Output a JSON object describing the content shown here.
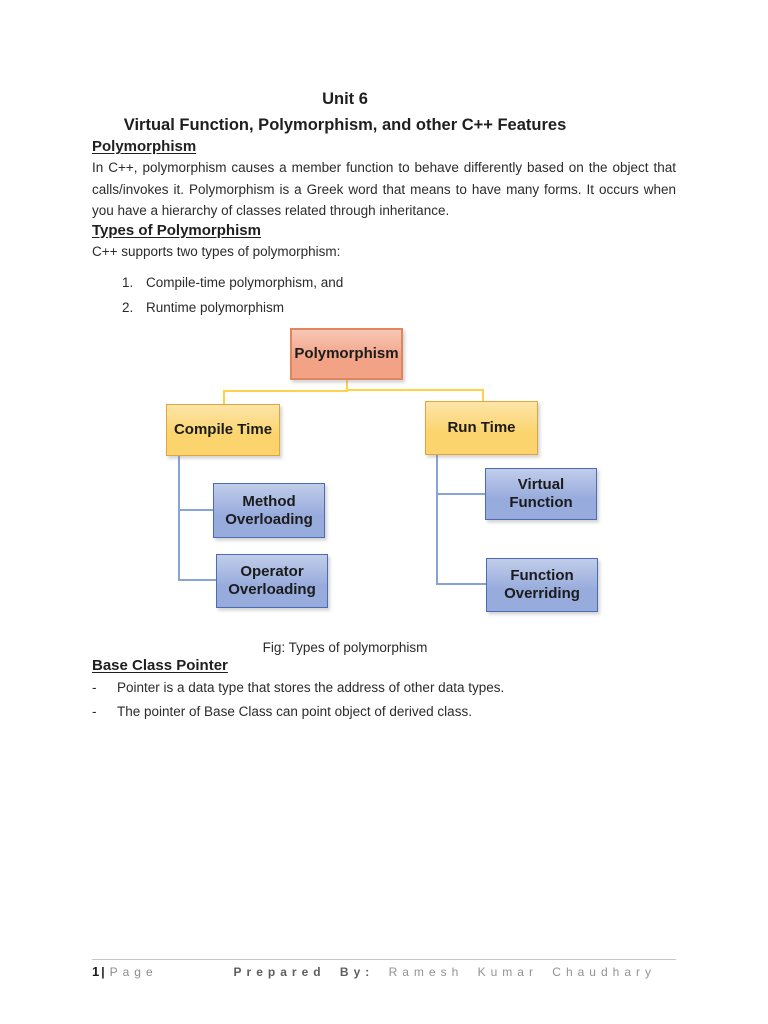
{
  "title": {
    "line1": "Unit 6",
    "line2": "Virtual Function, Polymorphism, and other C++ Features"
  },
  "sections": {
    "polymorphism": {
      "heading": "Polymorphism",
      "body": "In C++, polymorphism causes a member function to behave differently based on the object that calls/invokes it. Polymorphism is a Greek word that means to have many forms. It occurs when you have a hierarchy of classes related through inheritance."
    },
    "types": {
      "heading": "Types of Polymorphism",
      "intro": "C++ supports two types of polymorphism:",
      "items": [
        {
          "number": "1.",
          "text": "Compile-time polymorphism, and"
        },
        {
          "number": "2.",
          "text": "Runtime polymorphism"
        }
      ]
    },
    "base_class_pointer": {
      "heading": "Base Class Pointer",
      "bullets": [
        {
          "marker": "-",
          "text": "Pointer is a data type that stores the address of other data types."
        },
        {
          "marker": "-",
          "text": "The pointer of Base Class can point object of derived class."
        }
      ]
    }
  },
  "diagram": {
    "caption": "Fig: Types of polymorphism",
    "nodes": {
      "root": "Polymorphism",
      "compile_time": "Compile Time",
      "run_time": "Run Time",
      "method_overloading": "Method Overloading",
      "operator_overloading": "Operator Overloading",
      "virtual_function": "Virtual Function",
      "function_overriding": "Function Overriding"
    },
    "colors": {
      "root_fill": "#F2A285",
      "root_border": "#E1855F",
      "level1_fill": "#FBD46E",
      "level1_border": "#E2A43C",
      "leaf_fill": "#97ABDC",
      "leaf_border": "#4A6CB3",
      "connector_yellow": "#FFD24A",
      "connector_blue": "#87A3D8"
    }
  },
  "footer": {
    "page_number": "1",
    "separator": "|",
    "page_word": "Page",
    "prepared_by_label": "Prepared By:",
    "prepared_by_name": "Ramesh Kumar Chaudhary"
  }
}
